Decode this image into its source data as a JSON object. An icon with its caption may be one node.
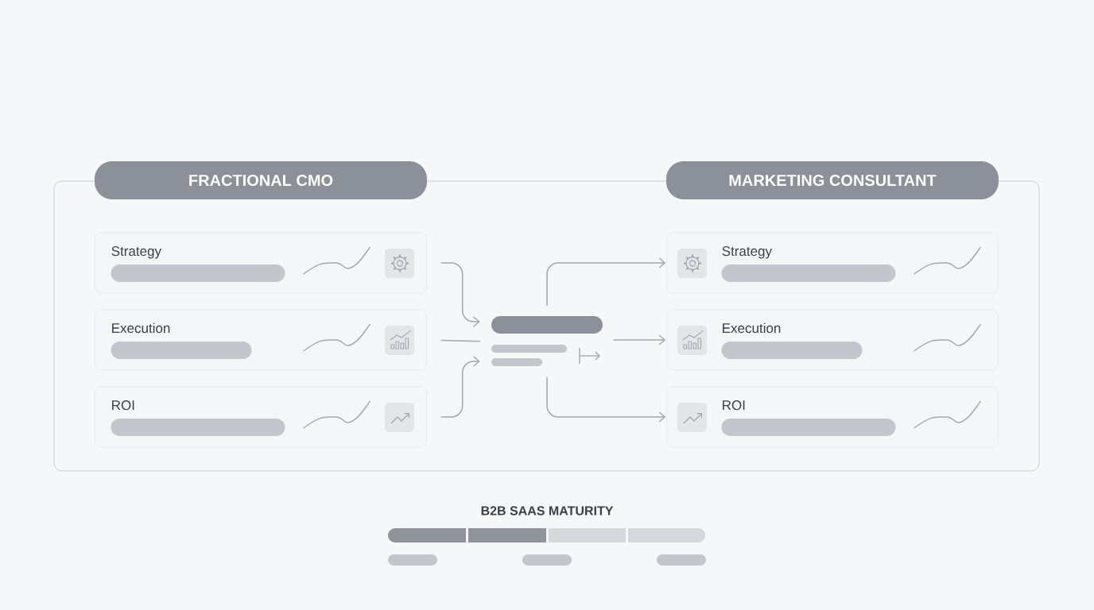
{
  "diagram": {
    "nodes": [
      {
        "text": [
          "FRACTIONAL CMO"
        ]
      },
      {
        "text": [
          "MARKETING CONSULTANT"
        ]
      },
      {
        "text": [
          "Strategy"
        ]
      },
      {
        "text": [
          "Execution"
        ]
      },
      {
        "text": [
          "ROI"
        ]
      },
      {
        "text": [],
        "shape": "bar"
      },
      {
        "text": [
          "Strategy"
        ]
      },
      {
        "text": [
          "Execution"
        ]
      },
      {
        "text": [
          "ROI"
        ]
      }
    ],
    "edges": [
      {
        "from": 2,
        "to": 5,
        "arrow": "to"
      },
      {
        "from": 3,
        "to": 5,
        "arrow": "none"
      },
      {
        "from": 4,
        "to": 5,
        "arrow": "to"
      },
      {
        "from": 5,
        "to": 6,
        "arrow": "to"
      },
      {
        "from": null,
        "to": 7,
        "arrow": "to"
      },
      {
        "from": 5,
        "to": 8,
        "arrow": "to"
      }
    ],
    "labels": [
      "B2B SAAS MATURITY"
    ]
  }
}
